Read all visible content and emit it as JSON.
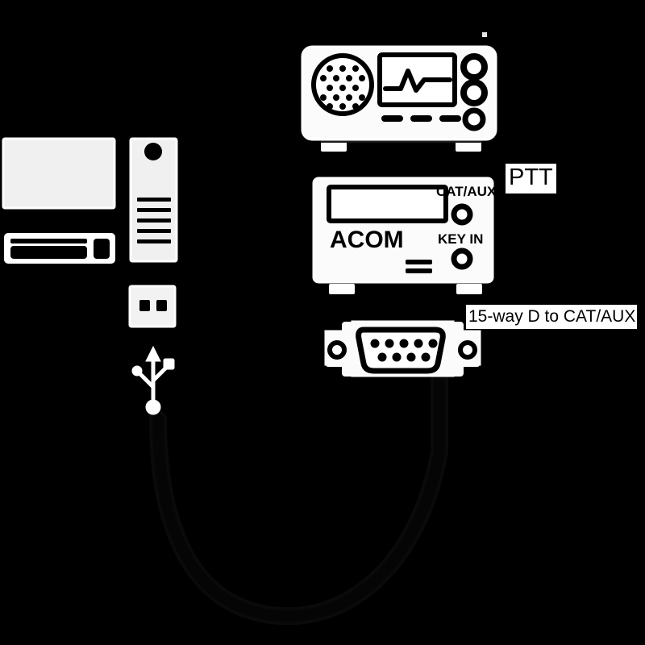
{
  "diagram": {
    "title": "ACOM amplifier CAT/AUX and PTT interconnection diagram",
    "background_color": "#000000",
    "ink_color": "#ffffff",
    "outline_color": "#000000"
  },
  "labels": {
    "ptt": "PTT",
    "dsub_cable": "15-way D to CAT/AUX"
  },
  "devices": {
    "computer": {
      "name": "computer",
      "monitor": "monitor-screen",
      "keyboard": "keyboard",
      "tower": "pc-tower",
      "tower_vent_count": 5,
      "tower_power_button": "power-button"
    },
    "transceiver": {
      "name": "radio-transceiver",
      "speaker_grille": "speaker-grille",
      "display": "waveform-display",
      "knob_count": 3,
      "button_count": 3,
      "foot_count": 2
    },
    "amplifier": {
      "name": "acom-amplifier",
      "brand": "ACOM",
      "display": "lcd-display",
      "foot_count": 2,
      "jacks": [
        {
          "label": "CAT/AUX",
          "name": "cat-aux-jack"
        },
        {
          "label": "KEY IN",
          "name": "key-in-jack"
        }
      ]
    }
  },
  "connectors": {
    "usb": {
      "name": "usb-plug",
      "symbol": "usb-trident-icon",
      "contact_count": 2
    },
    "dsub": {
      "name": "d-sub-connector",
      "pin_rows": [
        5,
        4
      ],
      "screw_hole_count": 2
    }
  },
  "cables": [
    {
      "name": "usb-cable",
      "from": "usb-plug",
      "to": "d-sub-connector"
    }
  ]
}
